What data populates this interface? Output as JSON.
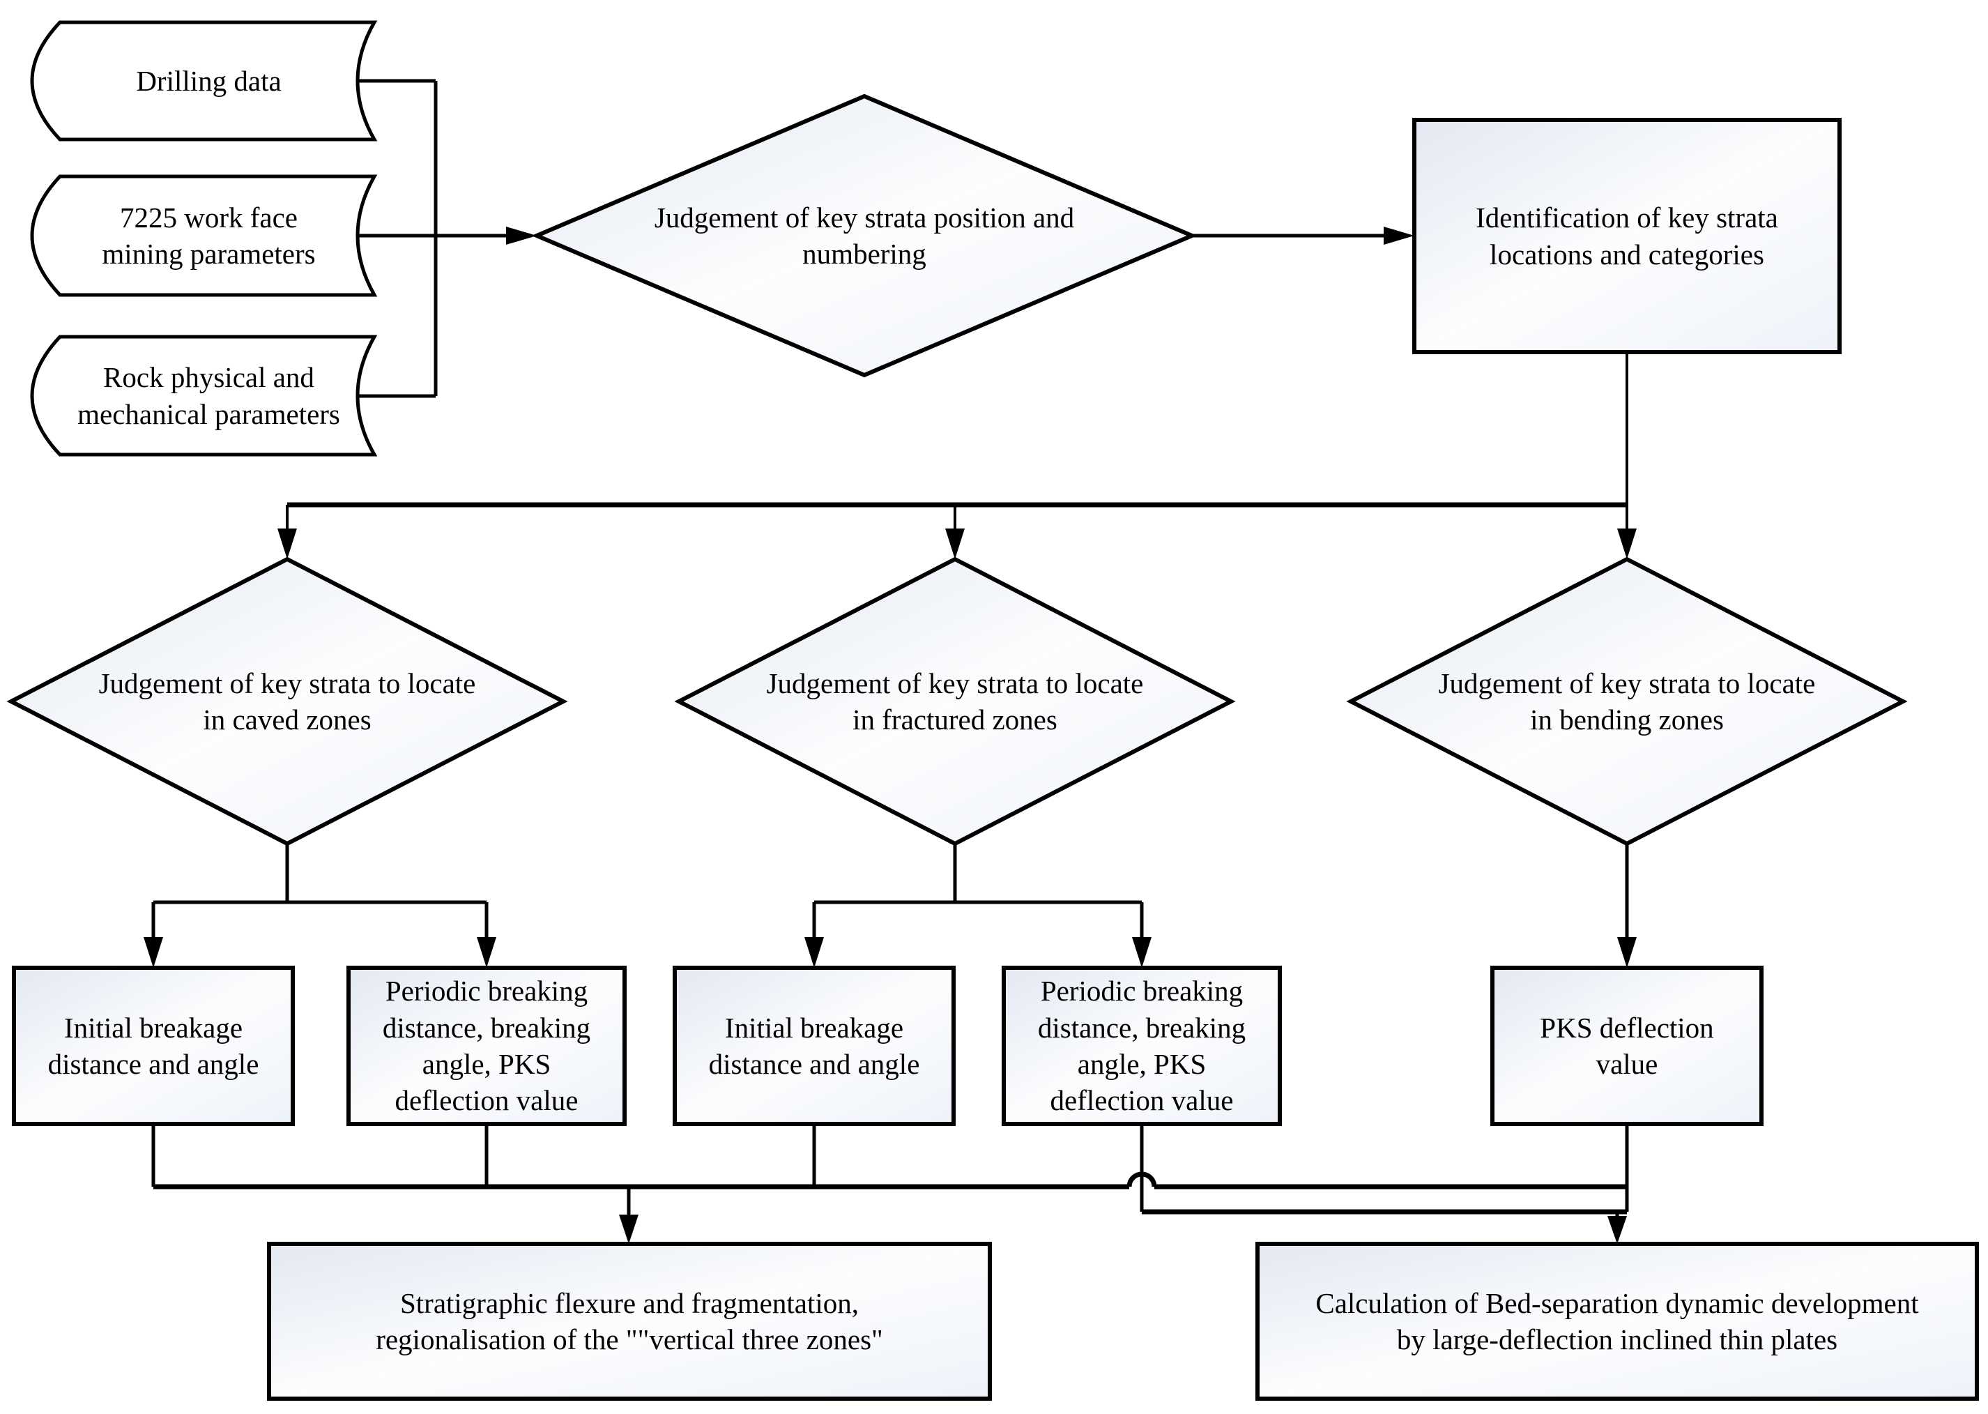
{
  "flowchart": {
    "sources": [
      {
        "label": "Drilling data"
      },
      {
        "label": "7225 work face\nmining parameters"
      },
      {
        "label": "Rock physical and\nmechanical parameters"
      }
    ],
    "top_decision": {
      "label": "Judgement of key strata position and\nnumbering"
    },
    "identification_box": {
      "label": "Identification of key strata\nlocations and categories"
    },
    "zone_decisions": [
      {
        "label": "Judgement of key strata to locate\nin caved zones"
      },
      {
        "label": "Judgement of key strata to locate\nin fractured zones"
      },
      {
        "label": "Judgement of key strata to locate\nin bending zones"
      }
    ],
    "parameter_boxes": [
      {
        "label": "Initial breakage\ndistance and angle"
      },
      {
        "label": "Periodic breaking\ndistance, breaking\nangle, PKS\ndeflection value"
      },
      {
        "label": "Initial breakage\ndistance and angle"
      },
      {
        "label": "Periodic breaking\ndistance, breaking\nangle, PKS\ndeflection value"
      },
      {
        "label": "PKS deflection\nvalue"
      }
    ],
    "outcome_boxes": [
      {
        "label": "Stratigraphic flexure and fragmentation,\nregionalisation of the \"\"vertical three zones\""
      },
      {
        "label": "Calculation of Bed-separation dynamic development\nby large-deflection inclined thin plates"
      }
    ],
    "colors": {
      "stroke": "#000000",
      "node_gradient_start": "#e3e8f2",
      "node_gradient_mid": "#fcfdfe",
      "node_gradient_end": "#eef2f9",
      "source_fill": "#ffffff",
      "background": "#ffffff"
    }
  }
}
